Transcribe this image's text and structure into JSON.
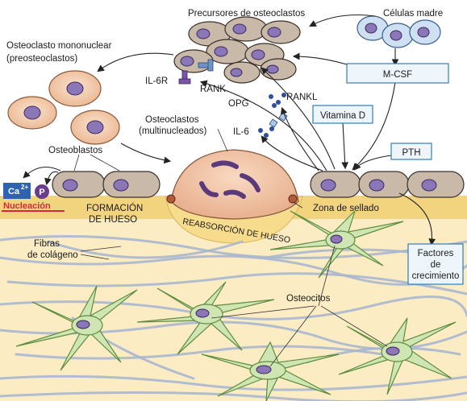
{
  "labels": {
    "precursores": "Precursores de osteoclastos",
    "celulas_madre": "Células madre",
    "osteoclasto_mononuclear_l1": "Osteoclasto mononuclear",
    "osteoclasto_mononuclear_l2": "(preosteoclastos)",
    "il6r": "IL-6R",
    "rank": "RANK",
    "rankl": "RANKL",
    "opg": "OPG",
    "il6": "IL-6",
    "osteoclastos_l1": "Osteoclastos",
    "osteoclastos_l2": "(multinucleados)",
    "osteoblastos": "Osteoblastos",
    "ca": "Ca",
    "ca_sup": "2+",
    "p": "P",
    "nucleacion": "Nucleación",
    "formacion_l1": "FORMACIÓN",
    "formacion_l2": "DE HUESO",
    "zona_sellado": "Zona de sellado",
    "reabsorcion": "REABSORCIÓN DE HUESO",
    "fibras_l1": "Fibras",
    "fibras_l2": "de colágeno",
    "osteocitos": "Osteocitos"
  },
  "boxes": {
    "mcsf": "M-CSF",
    "vitamina_d": "Vitamina D",
    "pth": "PTH",
    "factores_l1": "Factores",
    "factores_l2": "de",
    "factores_l3": "crecimiento"
  },
  "colors": {
    "bone": "#f4d88a",
    "bone_light": "#fbe9b5",
    "cell": "#c8b9a8",
    "nucleus": "#8b76b8",
    "osteocyte": "#cfe6b4",
    "box_border": "#2f7fb8",
    "nucleation": "#d6283a",
    "ca_box": "#2e63b0",
    "p_circle": "#6b3d8f"
  }
}
